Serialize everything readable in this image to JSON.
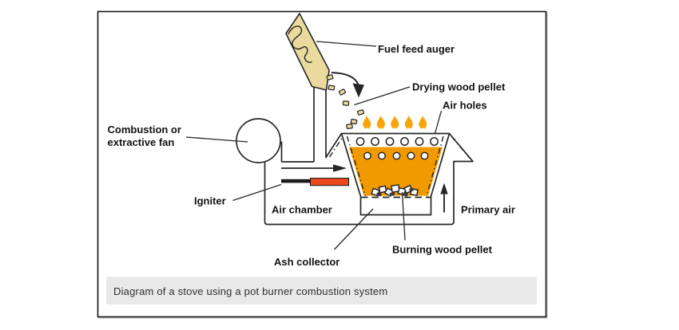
{
  "diagram": {
    "caption": "Diagram of a stove using a pot burner combustion system",
    "labels": {
      "fan_line1": "Combustion or",
      "fan_line2": "extractive fan",
      "fuel_feed_auger": "Fuel feed auger",
      "drying_wood_pellet": "Drying wood pellet",
      "air_holes": "Air holes",
      "igniter": "Igniter",
      "air_chamber": "Air chamber",
      "primary_air": "Primary air",
      "ash_collector": "Ash collector",
      "burning_wood_pellet": "Burning wood pellet"
    },
    "figure": {
      "air_holes_row1_count": 6,
      "air_holes_row2_count": 5,
      "flame_count": 5,
      "falling_pellet_count": 7
    },
    "colors": {
      "pot_fill": "#F09A00",
      "flame": "#F7A50A",
      "igniter_tip": "#E8481C",
      "auger_tan": "#EADA9E",
      "line": "#262626",
      "caption_bg": "#E9E9E9"
    }
  }
}
